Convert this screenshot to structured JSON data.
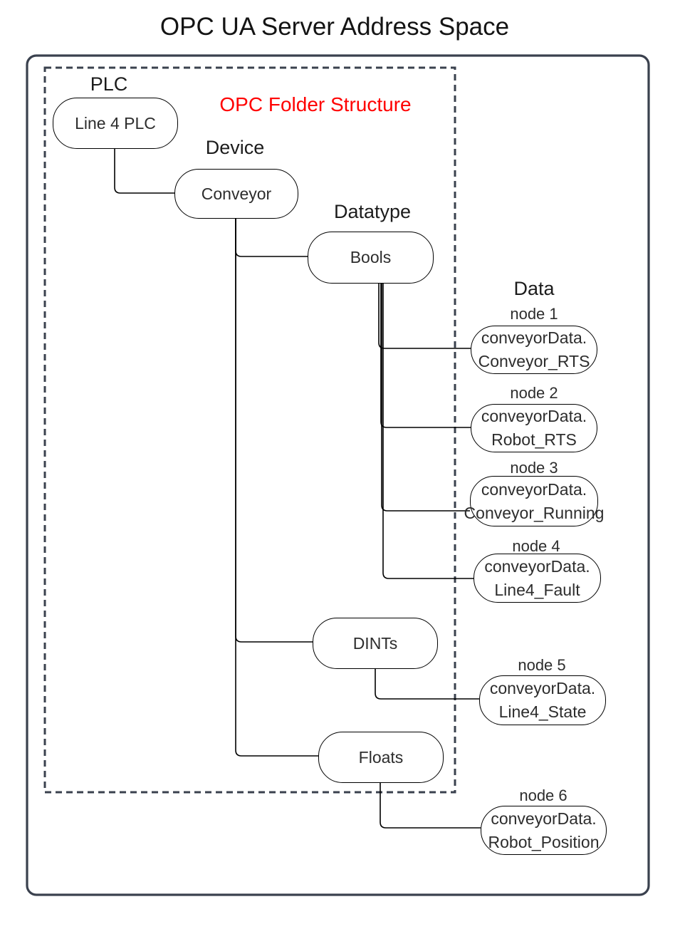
{
  "title": "OPC UA Server Address Space",
  "annotation": {
    "label": "OPC Folder Structure",
    "color": "#ff0000"
  },
  "level_labels": {
    "plc": "PLC",
    "device": "Device",
    "datatype": "Datatype",
    "data": "Data"
  },
  "folders": {
    "plc": "Line 4 PLC",
    "device": "Conveyor",
    "datatype_bools": "Bools",
    "datatype_dints": "DINTs",
    "datatype_floats": "Floats"
  },
  "data_nodes": [
    {
      "id": "node 1",
      "line1": "conveyorData.",
      "line2": "Conveyor_RTS",
      "datatype": "Bools"
    },
    {
      "id": "node 2",
      "line1": "conveyorData.",
      "line2": "Robot_RTS",
      "datatype": "Bools"
    },
    {
      "id": "node 3",
      "line1": "conveyorData.",
      "line2": "Conveyor_Running",
      "datatype": "Bools"
    },
    {
      "id": "node 4",
      "line1": "conveyorData.",
      "line2": "Line4_Fault",
      "datatype": "Bools"
    },
    {
      "id": "node 5",
      "line1": "conveyorData.",
      "line2": "Line4_State",
      "datatype": "DINTs"
    },
    {
      "id": "node 6",
      "line1": "conveyorData.",
      "line2": "Robot_Position",
      "datatype": "Floats"
    }
  ],
  "colors": {
    "frame_border": "#3a414e",
    "node_border": "#000000",
    "connector": "#000000",
    "accent_red": "#ff0000",
    "text": "#1f1f1f",
    "background": "#ffffff"
  }
}
